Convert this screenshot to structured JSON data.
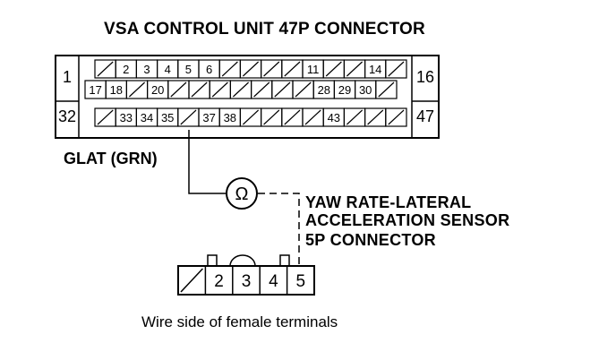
{
  "title": "VSA CONTROL UNIT 47P CONNECTOR",
  "wire_label": "GLAT (GRN)",
  "sensor_label": {
    "line1": "YAW RATE-LATERAL",
    "line2": "ACCELERATION SENSOR",
    "line3": "5P CONNECTOR"
  },
  "caption": "Wire side of female terminals",
  "meter_symbol": "Ω",
  "connector47": {
    "side_pins": {
      "left_top": "1",
      "left_bottom": "32",
      "right_top": "16",
      "right_bottom": "47"
    },
    "row1": [
      "",
      "2",
      "3",
      "4",
      "5",
      "6",
      "",
      "",
      "",
      "",
      "11",
      "",
      "",
      "14",
      ""
    ],
    "row2": [
      "17",
      "18",
      "",
      "20",
      "",
      "",
      "",
      "",
      "",
      "",
      "",
      "28",
      "29",
      "30",
      ""
    ],
    "row3": [
      "",
      "33",
      "34",
      "35",
      "",
      "37",
      "38",
      "",
      "",
      "",
      "",
      "43",
      "",
      "",
      ""
    ]
  },
  "connector5": {
    "cells": [
      "",
      "2",
      "3",
      "4",
      "5"
    ]
  }
}
